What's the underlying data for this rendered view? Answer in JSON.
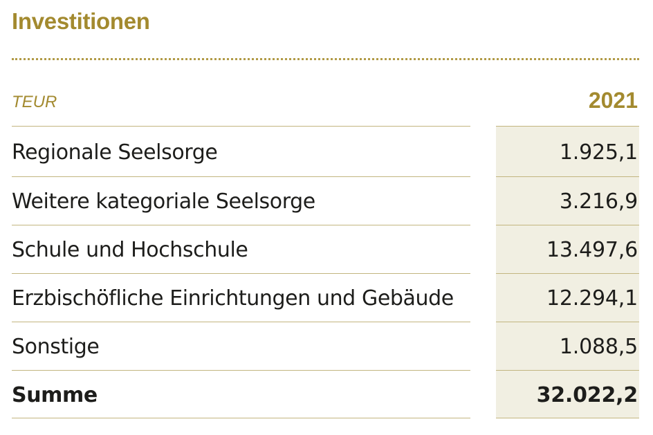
{
  "title": "Investitionen",
  "unit": "TEUR",
  "year": "2021",
  "rows": [
    {
      "label": "Regionale Seelsorge",
      "value": "1.925,1"
    },
    {
      "label": "Weitere kategoriale Seelsorge",
      "value": "3.216,9"
    },
    {
      "label": "Schule und Hochschule",
      "value": "13.497,6"
    },
    {
      "label": "Erzbischöfliche Einrichtungen und Gebäude",
      "value": "12.294,1"
    },
    {
      "label": "Sonstige",
      "value": "1.088,5"
    }
  ],
  "total": {
    "label": "Summe",
    "value": "32.022,2"
  },
  "colors": {
    "accent": "#a38a2f",
    "rule": "#c2b57f",
    "column_shade": "#f1efe2",
    "text": "#1d1d1b"
  }
}
